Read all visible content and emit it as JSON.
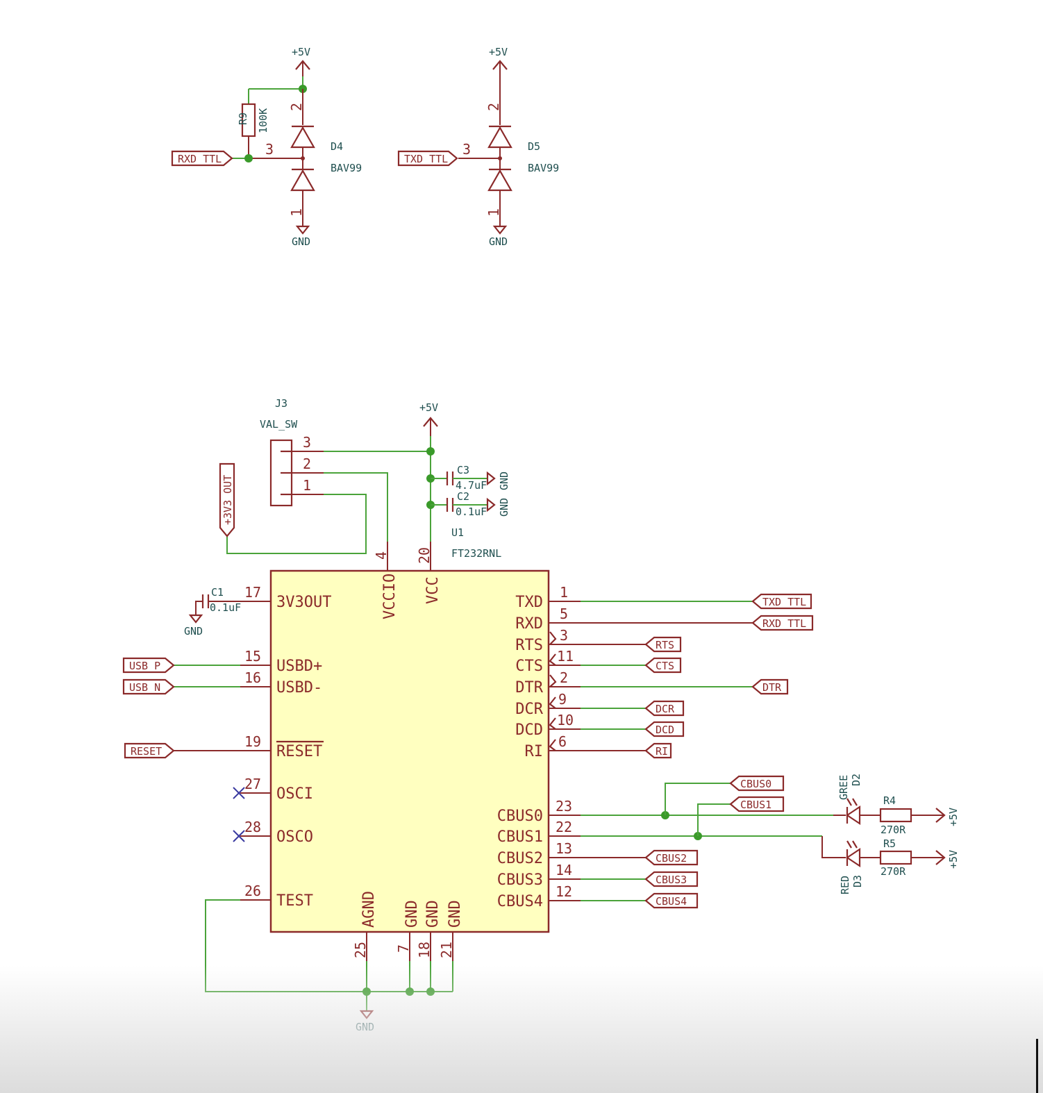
{
  "power": {
    "vcc": "+5V",
    "gnd": "GND"
  },
  "d4": {
    "ref": "D4",
    "value": "BAV99",
    "pin_top": "2",
    "pin_mid": "3",
    "pin_bot": "1"
  },
  "d5": {
    "ref": "D5",
    "value": "BAV99",
    "pin_top": "2",
    "pin_mid": "3",
    "pin_bot": "1"
  },
  "r9": {
    "ref": "R9",
    "value": "100K"
  },
  "top_labels": {
    "rxd": "RXD_TTL",
    "txd": "TXD_TTL"
  },
  "j3": {
    "ref": "J3",
    "value": "VAL_SW",
    "pins": [
      "3",
      "2",
      "1"
    ]
  },
  "c3": {
    "ref": "C3",
    "value": "4.7uF"
  },
  "c2": {
    "ref": "C2",
    "value": "0.1uF"
  },
  "c1": {
    "ref": "C1",
    "value": "0.1uF"
  },
  "v3out_label": "+3V3_OUT",
  "u1": {
    "ref": "U1",
    "value": "FT232RNL",
    "top_pins": [
      {
        "num": "4",
        "name": "VCCIO"
      },
      {
        "num": "20",
        "name": "VCC"
      }
    ],
    "bottom_pins": [
      {
        "num": "25",
        "name": "AGND"
      },
      {
        "num": "7",
        "name": "GND"
      },
      {
        "num": "18",
        "name": "GND"
      },
      {
        "num": "21",
        "name": "GND"
      }
    ],
    "left_pins": [
      {
        "num": "17",
        "name": "3V3OUT"
      },
      {
        "num": "15",
        "name": "USBD+"
      },
      {
        "num": "16",
        "name": "USBD-"
      },
      {
        "num": "19",
        "name": "RESET"
      },
      {
        "num": "27",
        "name": "OSCI"
      },
      {
        "num": "28",
        "name": "OSCO"
      },
      {
        "num": "26",
        "name": "TEST"
      }
    ],
    "right_pins": [
      {
        "num": "1",
        "name": "TXD"
      },
      {
        "num": "5",
        "name": "RXD"
      },
      {
        "num": "3",
        "name": "RTS"
      },
      {
        "num": "11",
        "name": "CTS"
      },
      {
        "num": "2",
        "name": "DTR"
      },
      {
        "num": "9",
        "name": "DCR"
      },
      {
        "num": "10",
        "name": "DCD"
      },
      {
        "num": "6",
        "name": "RI"
      },
      {
        "num": "23",
        "name": "CBUS0"
      },
      {
        "num": "22",
        "name": "CBUS1"
      },
      {
        "num": "13",
        "name": "CBUS2"
      },
      {
        "num": "14",
        "name": "CBUS3"
      },
      {
        "num": "12",
        "name": "CBUS4"
      }
    ]
  },
  "left_labels": {
    "usb_p": "USB_P",
    "usb_n": "USB_N",
    "reset": "RESET"
  },
  "right_labels": {
    "txd": "TXD_TTL",
    "rxd": "RXD_TTL",
    "rts": "RTS",
    "cts": "CTS",
    "dtr": "DTR",
    "dcr": "DCR",
    "dcd": "DCD",
    "ri": "RI",
    "cbus0": "CBUS0",
    "cbus1": "CBUS1",
    "cbus2": "CBUS2",
    "cbus3": "CBUS3",
    "cbus4": "CBUS4"
  },
  "d2": {
    "ref": "D2",
    "value": "GREE"
  },
  "d3": {
    "ref": "D3",
    "value": "RED"
  },
  "r4": {
    "ref": "R4",
    "value": "270R"
  },
  "r5": {
    "ref": "R5",
    "value": "270R"
  },
  "colors": {
    "wire": "#4aa33a",
    "symbol": "#8b2a2a",
    "body_fill": "#ffffc0",
    "text_ref": "#1f4f4f"
  }
}
